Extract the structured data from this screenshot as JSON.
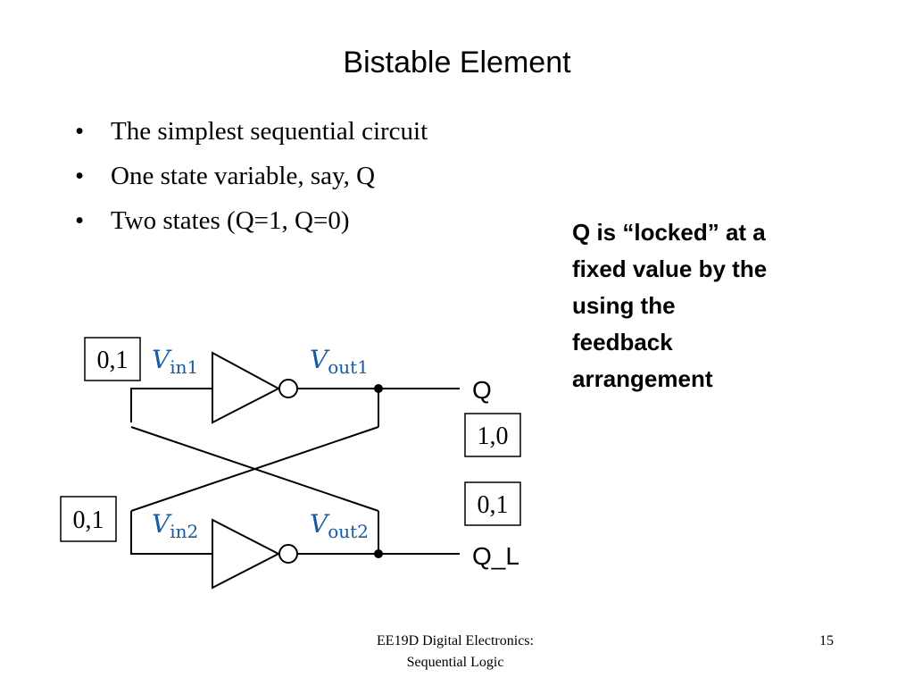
{
  "slide": {
    "title": "Bistable Element",
    "bullets": [
      "The simplest sequential circuit",
      "One state variable, say, Q",
      "Two states (Q=1, Q=0)"
    ],
    "callout_lines": [
      "Q is “locked” at a",
      "fixed value by the",
      "using the",
      "feedback",
      "arrangement"
    ]
  },
  "circuit": {
    "vin1": {
      "sym": "V",
      "sub": "in1"
    },
    "vout1": {
      "sym": "V",
      "sub": "out1"
    },
    "vin2": {
      "sym": "V",
      "sub": "in2"
    },
    "vout2": {
      "sym": "V",
      "sub": "out2"
    },
    "out_q": "Q",
    "out_ql": "Q_L",
    "box_in1": "0,1",
    "box_q": "1,0",
    "box_ql": "0,1",
    "box_in2": "0,1"
  },
  "footer": {
    "line1": "EE19D Digital Electronics:",
    "line2": "Sequential Logic",
    "page": "15"
  }
}
